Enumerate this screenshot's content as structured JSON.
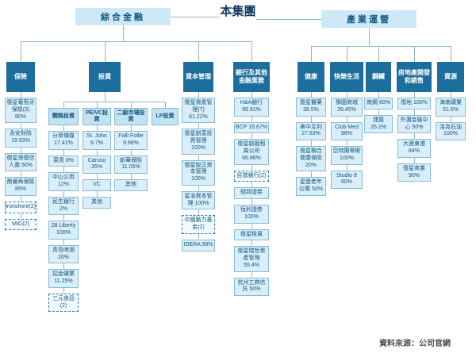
{
  "title": "本集團",
  "source": "資料來源：公司官網",
  "colors": {
    "category_fill": "#1c6f9d",
    "node_fill": "#d9eef9",
    "node_border": "#86bcd8",
    "header_fill": "#cde9f6",
    "text": "#11567f",
    "line": "#8fb7cc"
  },
  "branches": [
    {
      "label": "綜合金融",
      "groups": [
        {
          "label": "保險",
          "items": [
            {
              "t": "復星葡萄牙保險(3) 80%"
            },
            {
              "t": "永安財險 19.93%"
            },
            {
              "t": "復星保德信人壽 50%"
            },
            {
              "t": "鼎睿再保險 85%"
            },
            {
              "t": "Ironshore(2)",
              "d": true
            },
            {
              "t": "MIG(2)",
              "d": true
            }
          ]
        },
        {
          "label": "投資",
          "subgroups": [
            {
              "label": "戰略投資",
              "items": [
                {
                  "t": "分眾傳媒 17.41%"
                },
                {
                  "t": "菜鳥 8%"
                },
                {
                  "t": "中山公用 12%"
                },
                {
                  "t": "民生銀行 2%"
                },
                {
                  "t": "28 Liberty 100%"
                },
                {
                  "t": "青島啤酒 20%"
                },
                {
                  "t": "招金礦業 11.25%"
                },
                {
                  "t": "三元食品(2)",
                  "d": true
                }
              ]
            },
            {
              "label": "PE/VC投資",
              "items": [
                {
                  "t": "St. John 8.7%"
                },
                {
                  "t": "Caruso 35%"
                },
                {
                  "t": "VC"
                },
                {
                  "t": "其他"
                }
              ]
            },
            {
              "label": "二級市場投資",
              "items": [
                {
                  "t": "Folli Follie 9.96%"
                },
                {
                  "t": "新華保險 11.05%"
                },
                {
                  "t": "其他"
                }
              ]
            },
            {
              "label": "LP投資",
              "items": []
            }
          ]
        },
        {
          "label": "資本管理",
          "items": [
            {
              "t": "復星資產管理(7) 61.22%"
            },
            {
              "t": "復星創富投資管理 100%"
            },
            {
              "t": "復星銳正資本管理 100%"
            },
            {
              "t": "星浩資本管理 100%"
            },
            {
              "t": "中國動力基金(2)",
              "d": true
            },
            {
              "t": "IDERA 98%"
            }
          ]
        },
        {
          "label": "銀行及其他金融業務",
          "items": [
            {
              "t": "H&A銀行 99.91%"
            },
            {
              "t": "BCP 16.67%"
            },
            {
              "t": "復星創融租賃公司 66.96%"
            },
            {
              "t": "民營銀行(2)",
              "d": true
            },
            {
              "t": "德邦證券"
            },
            {
              "t": "恒利證券 100%"
            },
            {
              "t": "復星租賃"
            },
            {
              "t": "復星瑞哲資產管理 55.4%"
            },
            {
              "t": "杭州工商信託 50%"
            }
          ]
        }
      ]
    },
    {
      "label": "產業運營",
      "groups": [
        {
          "label": "健康",
          "items": [
            {
              "t": "復星醫藥 38.5%"
            },
            {
              "t": "美中互利 27.83%"
            },
            {
              "t": "復星聯合健康保險 20%"
            },
            {
              "t": "星堡老年公寓 50%"
            }
          ]
        },
        {
          "label": "快樂生活",
          "items": [
            {
              "t": "豫園商城 26.45%"
            },
            {
              "t": "Club Med 98%"
            },
            {
              "t": "亞特蘭蒂斯 100%"
            },
            {
              "t": "Studio 8 60%"
            }
          ]
        },
        {
          "label": "鋼鐵",
          "items": [
            {
              "t": "南鋼 60%"
            },
            {
              "t": "建龍 26.2%"
            }
          ]
        },
        {
          "label": "房地產開發和銷售",
          "items": [
            {
              "t": "復地 100%"
            },
            {
              "t": "外灘金融中心 50%"
            },
            {
              "t": "大連東港 84%"
            },
            {
              "t": "復星商業 90%"
            }
          ]
        },
        {
          "label": "資源",
          "items": [
            {
              "t": "海南礦業 51.6%"
            },
            {
              "t": "洛克石油 100%"
            }
          ]
        }
      ]
    }
  ]
}
